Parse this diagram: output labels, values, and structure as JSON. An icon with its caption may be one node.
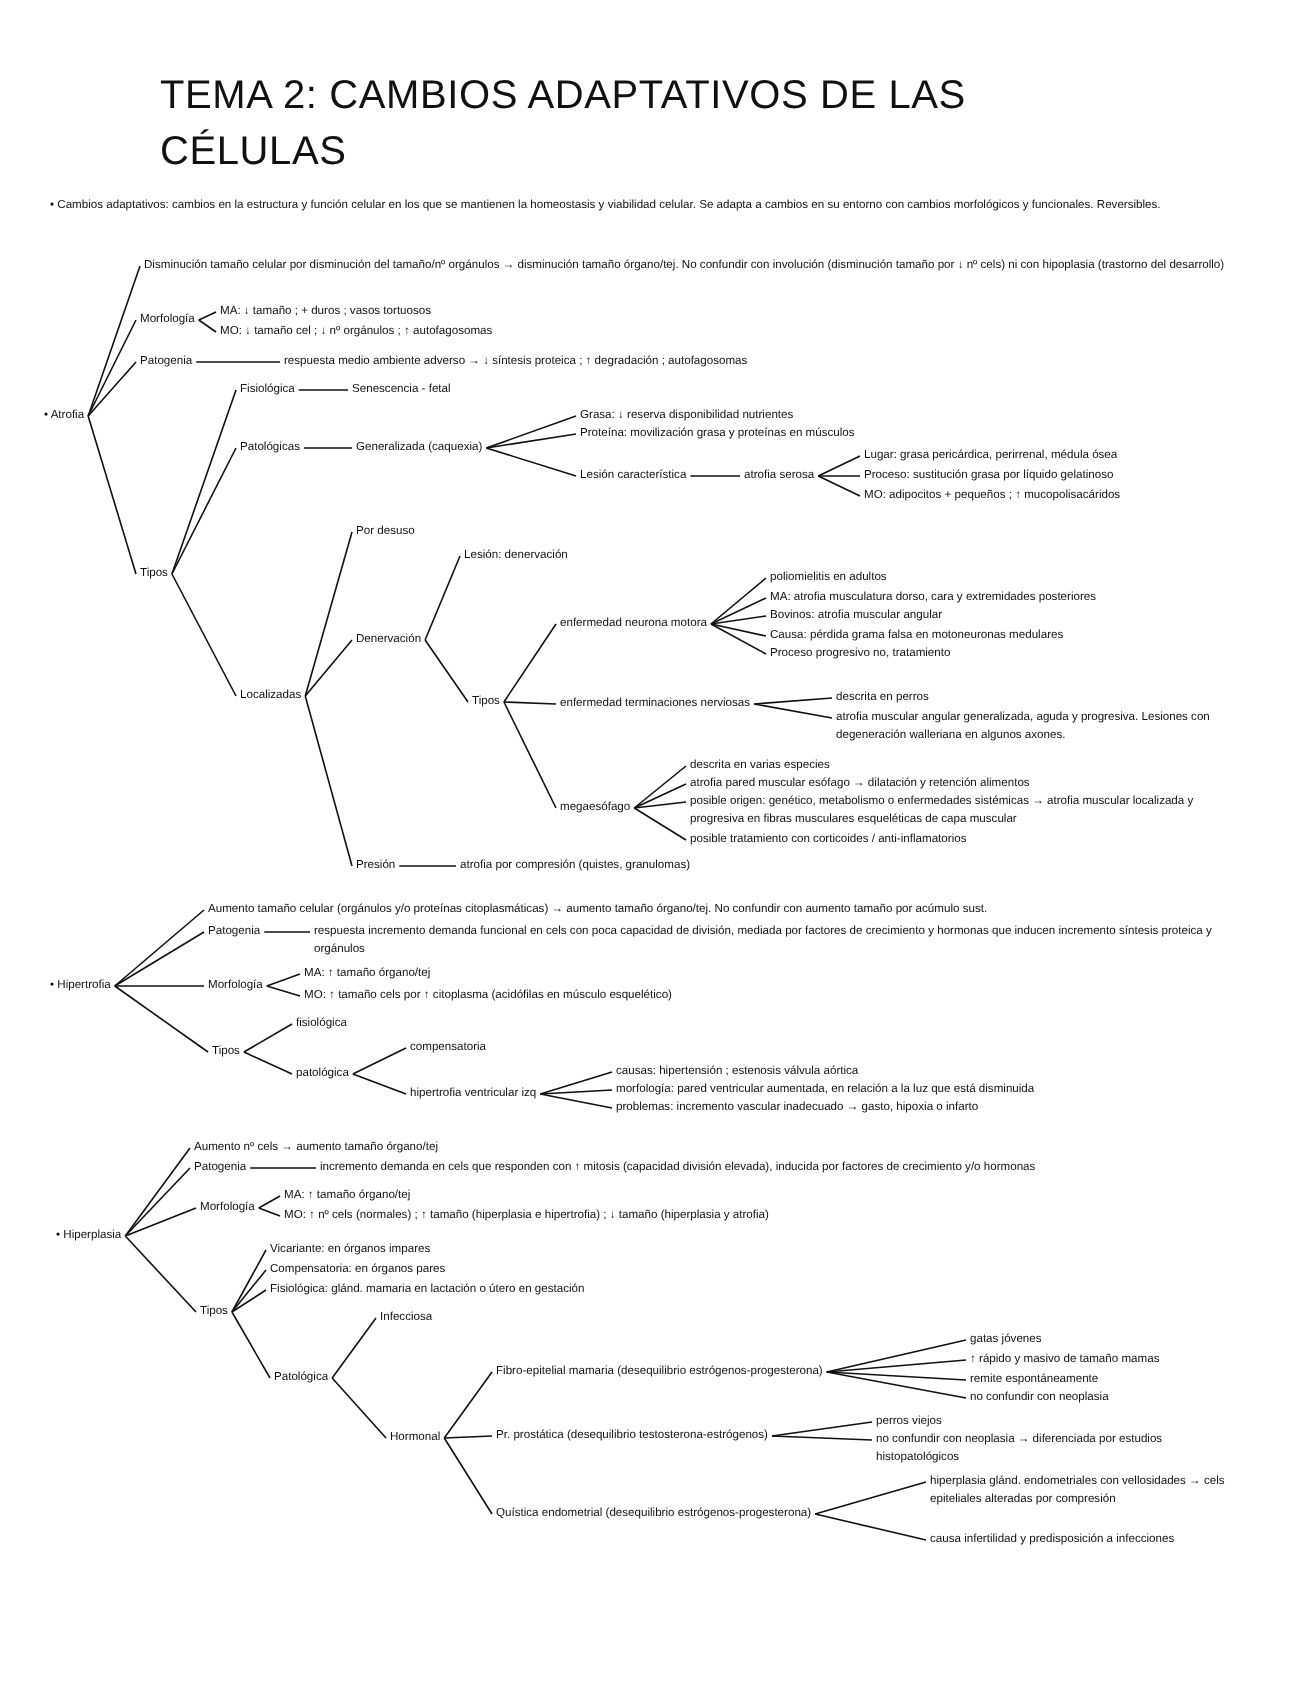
{
  "diagram": {
    "title": "TEMA 2: CAMBIOS ADAPTATIVOS DE LAS CÉLULAS",
    "nodes": [
      {
        "text": [
          "• Atrofia"
        ]
      },
      {
        "text": [
          "Disminución tamaño celular por disminución del tamaño/nº orgánulos → disminución tamaño órgano/tej. No confundir con involución (disminución tamaño por ↓ nº cels) ni con hipoplasia (trastorno del desarrollo)"
        ]
      },
      {
        "text": [
          "Morfología"
        ]
      },
      {
        "text": [
          "MA: ↓ tamaño ; + duros ; vasos tortuosos"
        ]
      },
      {
        "text": [
          "MO: ↓ tamaño cel ; ↓ nº orgánulos ; ↑ autofagosomas"
        ]
      },
      {
        "text": [
          "Patogenia"
        ]
      },
      {
        "text": [
          "respuesta medio ambiente adverso → ↓ síntesis proteica ; ↑ degradación ; autofagosomas"
        ]
      },
      {
        "text": [
          "Tipos"
        ]
      },
      {
        "text": [
          "Fisiológica"
        ]
      },
      {
        "text": [
          "Senescencia - fetal"
        ]
      },
      {
        "text": [
          "Patológicas"
        ]
      },
      {
        "text": [
          "Generalizada (caquexia)"
        ]
      },
      {
        "text": [
          "Grasa: ↓ reserva disponibilidad nutrientes"
        ]
      },
      {
        "text": [
          "Proteína: movilización grasa y proteínas en músculos"
        ]
      },
      {
        "text": [
          "Lesión característica"
        ]
      },
      {
        "text": [
          "atrofia serosa"
        ]
      },
      {
        "text": [
          "Lugar: grasa pericárdica, perirrenal, médula ósea"
        ]
      },
      {
        "text": [
          "Proceso: sustitución grasa por líquido gelatinoso"
        ]
      },
      {
        "text": [
          "MO: adipocitos + pequeños ; ↑ mucopolisacáridos"
        ]
      },
      {
        "text": [
          "Localizadas"
        ]
      },
      {
        "text": [
          "Por desuso"
        ]
      },
      {
        "text": [
          "Denervación"
        ]
      },
      {
        "text": [
          "Lesión: denervación"
        ]
      },
      {
        "text": [
          "Tipos"
        ]
      },
      {
        "text": [
          "enfermedad neurona motora"
        ]
      },
      {
        "text": [
          "poliomielitis en adultos"
        ]
      },
      {
        "text": [
          "MA: atrofia musculatura dorso, cara y extremidades posteriores"
        ]
      },
      {
        "text": [
          "Bovinos: atrofia muscular angular"
        ]
      },
      {
        "text": [
          "Causa: pérdida grama falsa en motoneuronas medulares"
        ]
      },
      {
        "text": [
          "Proceso progresivo no, tratamiento"
        ]
      },
      {
        "text": [
          "enfermedad terminaciones nerviosas"
        ]
      },
      {
        "text": [
          "descrita en perros"
        ]
      },
      {
        "text": [
          "atrofia muscular angular generalizada, aguda y progresiva. Lesiones con degeneración walleriana en algunos axones."
        ]
      },
      {
        "text": [
          "megaesófago"
        ]
      },
      {
        "text": [
          "descrita en varias especies"
        ]
      },
      {
        "text": [
          "atrofia pared muscular esófago → dilatación y retención alimentos"
        ]
      },
      {
        "text": [
          "posible origen: genético, metabolismo o enfermedades sistémicas → atrofia muscular localizada y progresiva en fibras musculares esqueléticas de capa muscular"
        ]
      },
      {
        "text": [
          "posible tratamiento con corticoides / anti-inflamatorios"
        ]
      },
      {
        "text": [
          "Presión"
        ]
      },
      {
        "text": [
          "atrofia por compresión (quistes, granulomas)"
        ]
      },
      {
        "text": [
          "• Hipertrofia"
        ]
      },
      {
        "text": [
          "Aumento tamaño celular (orgánulos y/o proteínas citoplasmáticas) → aumento tamaño órgano/tej. No confundir con aumento tamaño por acúmulo sust."
        ]
      },
      {
        "text": [
          "Patogenia"
        ]
      },
      {
        "text": [
          "respuesta incremento demanda funcional en cels con poca capacidad de división, mediada por factores de crecimiento y hormonas que inducen incremento síntesis proteica y orgánulos"
        ]
      },
      {
        "text": [
          "Morfología"
        ]
      },
      {
        "text": [
          "MA: ↑ tamaño órgano/tej"
        ]
      },
      {
        "text": [
          "MO: ↑ tamaño cels por ↑ citoplasma (acidófilas en músculo esquelético)"
        ]
      },
      {
        "text": [
          "Tipos"
        ]
      },
      {
        "text": [
          "fisiológica"
        ]
      },
      {
        "text": [
          "patológica"
        ]
      },
      {
        "text": [
          "compensatoria"
        ]
      },
      {
        "text": [
          "hipertrofia ventricular izq"
        ]
      },
      {
        "text": [
          "causas: hipertensión ; estenosis válvula aórtica"
        ]
      },
      {
        "text": [
          "morfología: pared ventricular aumentada, en relación a la luz que está disminuida"
        ]
      },
      {
        "text": [
          "problemas: incremento vascular inadecuado → gasto, hipoxia o infarto"
        ]
      },
      {
        "text": [
          "• Hiperplasia"
        ]
      },
      {
        "text": [
          "Aumento nº cels → aumento tamaño órgano/tej"
        ]
      },
      {
        "text": [
          "Patogenia"
        ]
      },
      {
        "text": [
          "incremento demanda en cels que responden con ↑ mitosis (capacidad división elevada), inducida por factores de crecimiento y/o hormonas"
        ]
      },
      {
        "text": [
          "Morfología"
        ]
      },
      {
        "text": [
          "MA: ↑ tamaño órgano/tej"
        ]
      },
      {
        "text": [
          "MO: ↑ nº cels (normales) ; ↑ tamaño (hiperplasia e hipertrofia) ; ↓ tamaño (hiperplasia y atrofia)"
        ]
      },
      {
        "text": [
          "Tipos"
        ]
      },
      {
        "text": [
          "Vicariante: en órganos impares"
        ]
      },
      {
        "text": [
          "Compensatoria: en órganos pares"
        ]
      },
      {
        "text": [
          "Fisiológica: glánd. mamaria en lactación o útero en gestación"
        ]
      },
      {
        "text": [
          "Patológica"
        ]
      },
      {
        "text": [
          "Infecciosa"
        ]
      },
      {
        "text": [
          "Hormonal"
        ]
      },
      {
        "text": [
          "Fibro-epitelial mamaria (desequilibrio estrógenos-progesterona)"
        ]
      },
      {
        "text": [
          "gatas jóvenes"
        ]
      },
      {
        "text": [
          "↑ rápido y masivo de tamaño mamas"
        ]
      },
      {
        "text": [
          "remite espontáneamente"
        ]
      },
      {
        "text": [
          "no confundir con neoplasia"
        ]
      },
      {
        "text": [
          "Pr. prostática (desequilibrio testosterona-estrógenos)"
        ]
      },
      {
        "text": [
          "perros viejos"
        ]
      },
      {
        "text": [
          "no confundir con neoplasia → diferenciada por estudios histopatológicos"
        ]
      },
      {
        "text": [
          "Quística endometrial (desequilibrio estrógenos-progesterona)"
        ]
      },
      {
        "text": [
          "hiperplasia glánd. endometriales con vellosidades → cels epiteliales alteradas por compresión"
        ]
      },
      {
        "text": [
          "causa infertilidad y predisposición a infecciones"
        ]
      }
    ],
    "edges": [
      {
        "from": 0,
        "to": 1,
        "arrow": "none"
      },
      {
        "from": 0,
        "to": 2,
        "arrow": "none"
      },
      {
        "from": 0,
        "to": 5,
        "arrow": "none"
      },
      {
        "from": 0,
        "to": 7,
        "arrow": "none"
      },
      {
        "from": 2,
        "to": 3,
        "arrow": "none"
      },
      {
        "from": 2,
        "to": 4,
        "arrow": "none"
      },
      {
        "from": 5,
        "to": 6,
        "arrow": "none"
      },
      {
        "from": 7,
        "to": 8,
        "arrow": "none"
      },
      {
        "from": 7,
        "to": 10,
        "arrow": "none"
      },
      {
        "from": 7,
        "to": 19,
        "arrow": "none"
      },
      {
        "from": 8,
        "to": 9,
        "arrow": "none"
      },
      {
        "from": 10,
        "to": 11,
        "arrow": "none"
      },
      {
        "from": 11,
        "to": 12,
        "arrow": "none"
      },
      {
        "from": 11,
        "to": 13,
        "arrow": "none"
      },
      {
        "from": 11,
        "to": 14,
        "arrow": "none"
      },
      {
        "from": 14,
        "to": 15,
        "arrow": "none"
      },
      {
        "from": 15,
        "to": 16,
        "arrow": "none"
      },
      {
        "from": 15,
        "to": 17,
        "arrow": "none"
      },
      {
        "from": 15,
        "to": 18,
        "arrow": "none"
      },
      {
        "from": 19,
        "to": 20,
        "arrow": "none"
      },
      {
        "from": 19,
        "to": 21,
        "arrow": "none"
      },
      {
        "from": 19,
        "to": 38,
        "arrow": "none"
      },
      {
        "from": 21,
        "to": 22,
        "arrow": "none"
      },
      {
        "from": 21,
        "to": 23,
        "arrow": "none"
      },
      {
        "from": 23,
        "to": 24,
        "arrow": "none"
      },
      {
        "from": 23,
        "to": 30,
        "arrow": "none"
      },
      {
        "from": 23,
        "to": 33,
        "arrow": "none"
      },
      {
        "from": 24,
        "to": 25,
        "arrow": "none"
      },
      {
        "from": 24,
        "to": 26,
        "arrow": "none"
      },
      {
        "from": 24,
        "to": 27,
        "arrow": "none"
      },
      {
        "from": 24,
        "to": 28,
        "arrow": "none"
      },
      {
        "from": 24,
        "to": 29,
        "arrow": "none"
      },
      {
        "from": 30,
        "to": 31,
        "arrow": "none"
      },
      {
        "from": 30,
        "to": 32,
        "arrow": "none"
      },
      {
        "from": 33,
        "to": 34,
        "arrow": "none"
      },
      {
        "from": 33,
        "to": 35,
        "arrow": "none"
      },
      {
        "from": 33,
        "to": 36,
        "arrow": "none"
      },
      {
        "from": 33,
        "to": 37,
        "arrow": "none"
      },
      {
        "from": 38,
        "to": 39,
        "arrow": "none"
      },
      {
        "from": 40,
        "to": 41,
        "arrow": "none"
      },
      {
        "from": 40,
        "to": 42,
        "arrow": "none"
      },
      {
        "from": 40,
        "to": 44,
        "arrow": "none"
      },
      {
        "from": 40,
        "to": 47,
        "arrow": "none"
      },
      {
        "from": 42,
        "to": 43,
        "arrow": "none"
      },
      {
        "from": 44,
        "to": 45,
        "arrow": "none"
      },
      {
        "from": 44,
        "to": 46,
        "arrow": "none"
      },
      {
        "from": 47,
        "to": 48,
        "arrow": "none"
      },
      {
        "from": 47,
        "to": 49,
        "arrow": "none"
      },
      {
        "from": 49,
        "to": 50,
        "arrow": "none"
      },
      {
        "from": 49,
        "to": 51,
        "arrow": "none"
      },
      {
        "from": 51,
        "to": 52,
        "arrow": "none"
      },
      {
        "from": 51,
        "to": 53,
        "arrow": "none"
      },
      {
        "from": 51,
        "to": 54,
        "arrow": "none"
      },
      {
        "from": 55,
        "to": 56,
        "arrow": "none"
      },
      {
        "from": 55,
        "to": 57,
        "arrow": "none"
      },
      {
        "from": 55,
        "to": 59,
        "arrow": "none"
      },
      {
        "from": 55,
        "to": 62,
        "arrow": "none"
      },
      {
        "from": 57,
        "to": 58,
        "arrow": "none"
      },
      {
        "from": 59,
        "to": 60,
        "arrow": "none"
      },
      {
        "from": 59,
        "to": 61,
        "arrow": "none"
      },
      {
        "from": 62,
        "to": 63,
        "arrow": "none"
      },
      {
        "from": 62,
        "to": 64,
        "arrow": "none"
      },
      {
        "from": 62,
        "to": 65,
        "arrow": "none"
      },
      {
        "from": 62,
        "to": 66,
        "arrow": "none"
      },
      {
        "from": 66,
        "to": 67,
        "arrow": "none"
      },
      {
        "from": 66,
        "to": 68,
        "arrow": "none"
      },
      {
        "from": 68,
        "to": 69,
        "arrow": "none"
      },
      {
        "from": 68,
        "to": 74,
        "arrow": "none"
      },
      {
        "from": 68,
        "to": 77,
        "arrow": "none"
      },
      {
        "from": 69,
        "to": 70,
        "arrow": "none"
      },
      {
        "from": 69,
        "to": 71,
        "arrow": "none"
      },
      {
        "from": 69,
        "to": 72,
        "arrow": "none"
      },
      {
        "from": 69,
        "to": 73,
        "arrow": "none"
      },
      {
        "from": 74,
        "to": 75,
        "arrow": "none"
      },
      {
        "from": 74,
        "to": 76,
        "arrow": "none"
      },
      {
        "from": 77,
        "to": 78,
        "arrow": "none"
      },
      {
        "from": 77,
        "to": 79,
        "arrow": "none"
      }
    ],
    "labels": [
      "• Cambios adaptativos: cambios en la estructura y función celular en los que se mantienen la homeostasis y viabilidad celular. Se adapta a cambios en su entorno con cambios morfológicos y funcionales. Reversibles."
    ]
  }
}
